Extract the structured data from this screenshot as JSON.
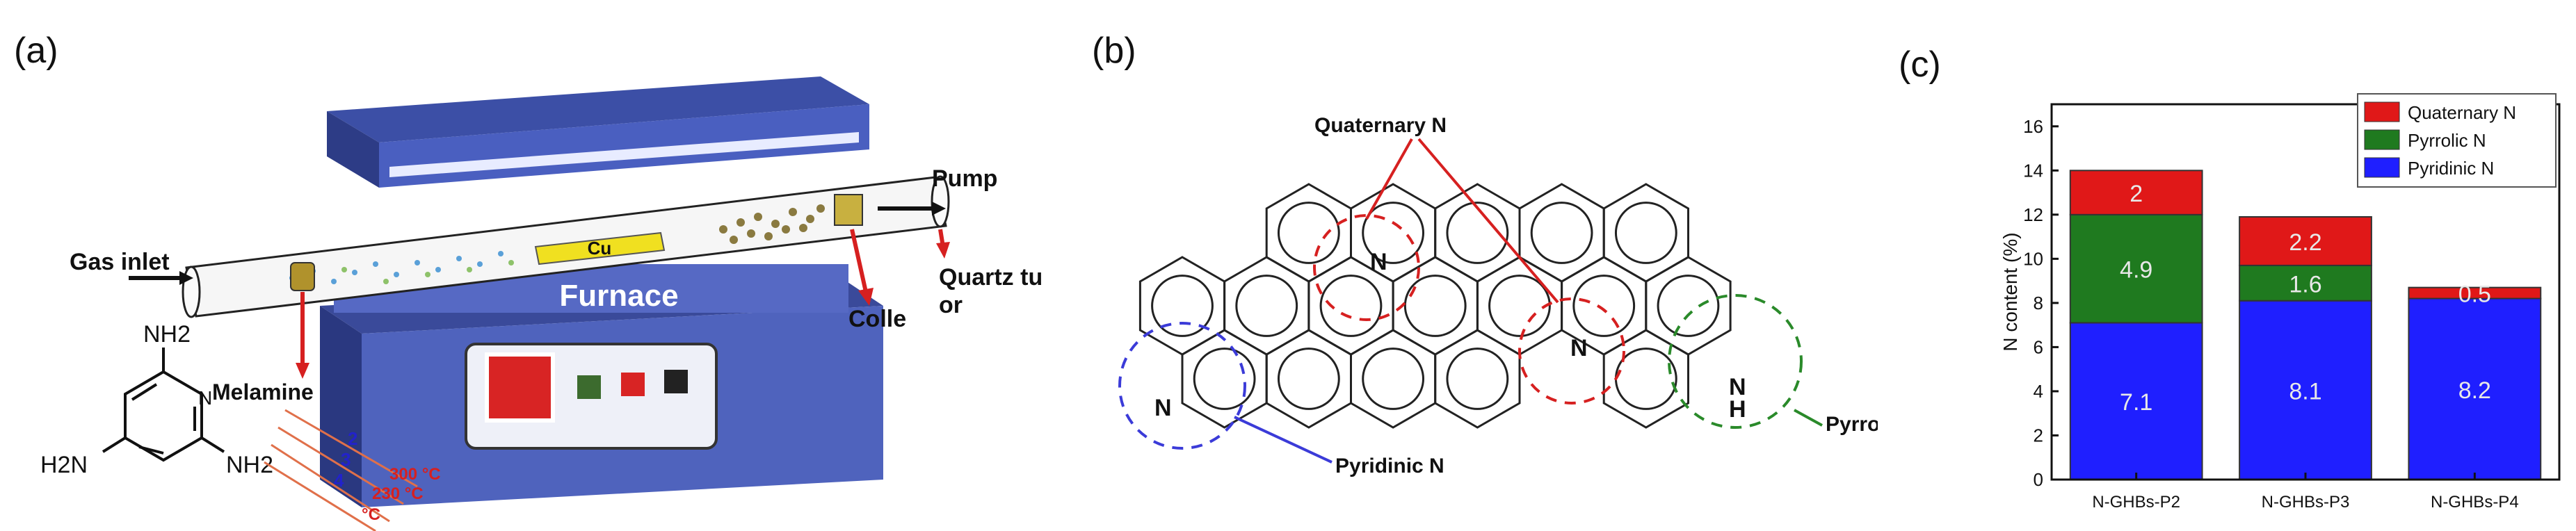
{
  "panel_a": {
    "label": "(a)",
    "gas_inlet": "Gas inlet",
    "pump": "Pump",
    "cu": "Cu",
    "furnace": "Furnace",
    "quartz_tube_1": "Quartz tube",
    "quartz_tube_2": "or",
    "collector": "Colle",
    "melamine": "Melamine",
    "nh2_top": "NH2",
    "nh2_left": "H2N",
    "nh2_right": "NH2",
    "ring_n": "N",
    "zones": [
      "2",
      "3",
      "4"
    ],
    "temps": [
      "300 °C",
      "230 °C",
      "°C"
    ],
    "colors": {
      "furnace_top": "#3a4a9a",
      "furnace_side": "#4c5fb8",
      "tube": "#f4f4f4",
      "arrow": "#d62020"
    }
  },
  "panel_b": {
    "label": "(b)",
    "quaternary": "Quaternary N",
    "pyridinic": "Pyridinic N",
    "pyrrolic": "Pyrrolic N",
    "n1": "N",
    "n2": "N",
    "n3": "N",
    "nh_n": "N",
    "nh_h": "H"
  },
  "panel_c": {
    "label": "(c)"
  },
  "chart_data": {
    "type": "bar",
    "stacked": true,
    "categories": [
      "N-GHBs-P2",
      "N-GHBs-P3",
      "N-GHBs-P4"
    ],
    "series": [
      {
        "name": "Pyridinic N",
        "values": [
          7.1,
          8.1,
          8.2
        ],
        "color": "#1f1fff"
      },
      {
        "name": "Pyrrolic N",
        "values": [
          4.9,
          1.6,
          0.0
        ],
        "color": "#1f7a1f"
      },
      {
        "name": "Quaternary N",
        "values": [
          2,
          2.2,
          0.5
        ],
        "color": "#e01818"
      }
    ],
    "data_labels": [
      [
        "7.1",
        "8.1",
        "8.2"
      ],
      [
        "4.9",
        "1.6",
        ""
      ],
      [
        "2",
        "2.2",
        "0.5"
      ]
    ],
    "ylabel": "N content (%)",
    "ylim": [
      0,
      17
    ],
    "yticks": [
      "0",
      "2",
      "4",
      "6",
      "8",
      "10",
      "12",
      "14",
      "16"
    ],
    "legend": [
      "Quaternary N",
      "Pyrrolic N",
      "Pyridinic N"
    ],
    "legend_position": "top-right"
  }
}
